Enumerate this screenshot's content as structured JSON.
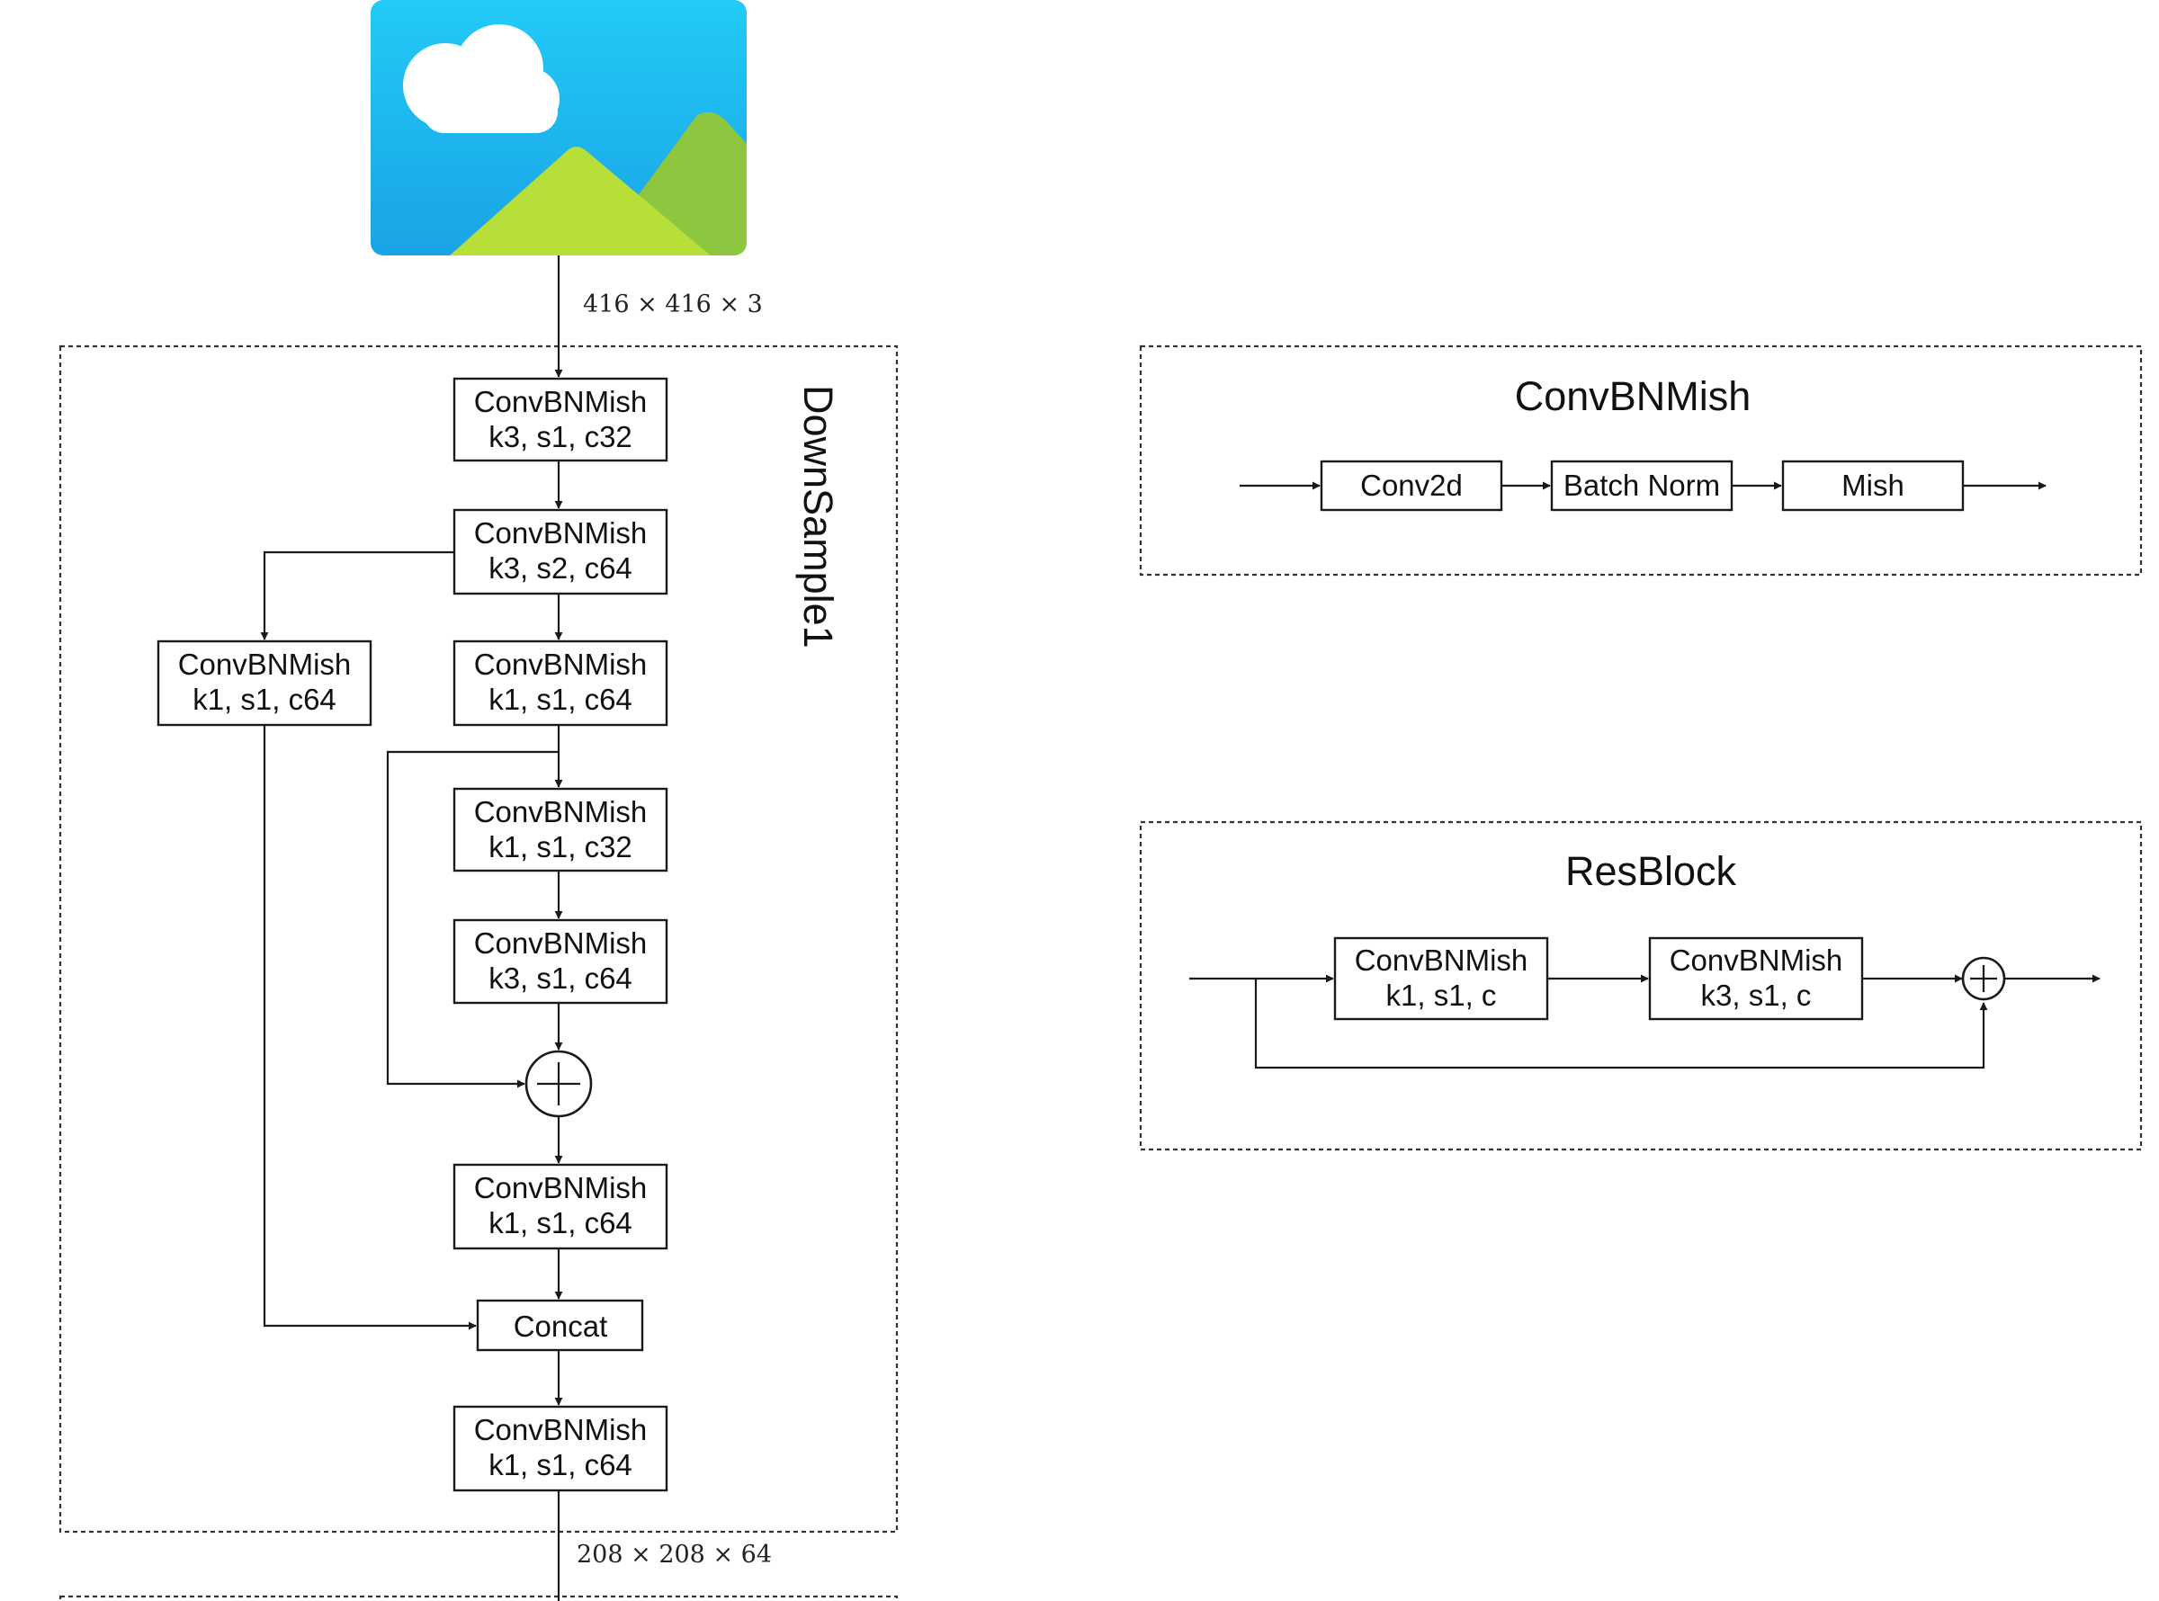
{
  "input_shape": "416 × 416 × 3",
  "output_shape": "208 × 208 × 64",
  "downsample": {
    "title": "DownSample1",
    "blocks": {
      "b1": [
        "ConvBNMish",
        "k3, s1, c32"
      ],
      "b2": [
        "ConvBNMish",
        "k3, s2, c64"
      ],
      "b3": [
        "ConvBNMish",
        "k1, s1, c64"
      ],
      "b4": [
        "ConvBNMish",
        "k1, s1, c64"
      ],
      "b5": [
        "ConvBNMish",
        "k1, s1, c32"
      ],
      "b6": [
        "ConvBNMish",
        "k3, s1, c64"
      ],
      "b7": [
        "ConvBNMish",
        "k1, s1, c64"
      ],
      "concat": "Concat",
      "b8": [
        "ConvBNMish",
        "k1, s1, c64"
      ]
    }
  },
  "convbnmish": {
    "title": "ConvBNMish",
    "steps": [
      "Conv2d",
      "Batch Norm",
      "Mish"
    ]
  },
  "resblock": {
    "title": "ResBlock",
    "blocks": [
      [
        "ConvBNMish",
        "k1, s1, c"
      ],
      [
        "ConvBNMish",
        "k3, s1, c"
      ]
    ]
  },
  "colors": {
    "sky_top": "#22ccf7",
    "sky_bottom": "#1aa3e6",
    "cloud": "#ffffff",
    "hill_front": "#b6df3a",
    "hill_back": "#8dc63f",
    "line": "#1a1a1a"
  },
  "icons": [
    "image-placeholder-icon",
    "plus-icon"
  ]
}
